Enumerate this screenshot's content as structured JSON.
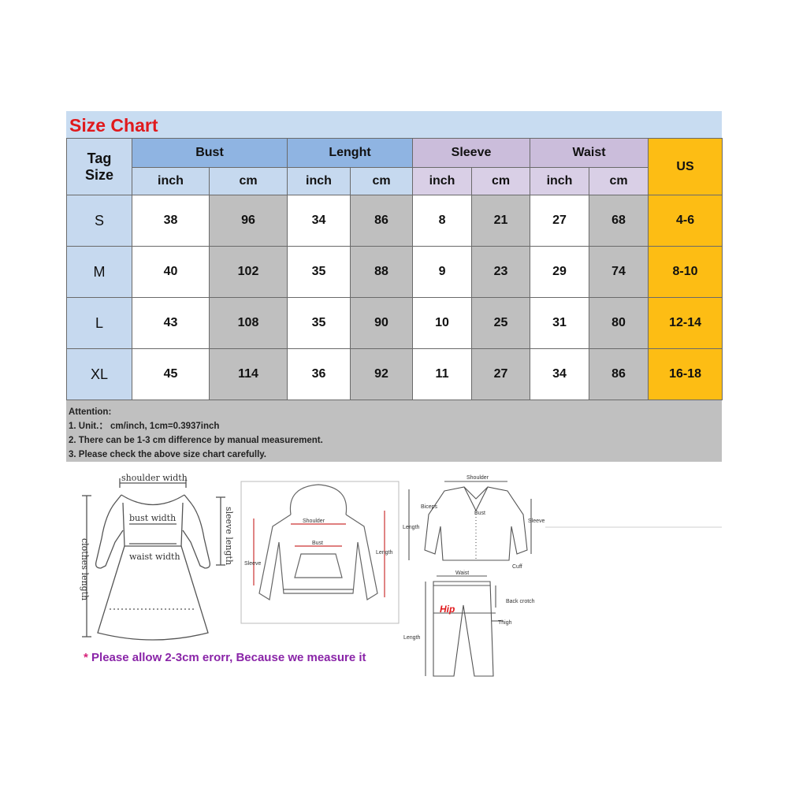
{
  "title": "Size Chart",
  "table": {
    "tag_header": [
      "Tag",
      "Size"
    ],
    "groups": [
      "Bust",
      "Lenght",
      "Sleeve",
      "Waist"
    ],
    "us_header": "US",
    "units": [
      "inch",
      "cm",
      "inch",
      "cm",
      "inch",
      "cm",
      "inch",
      "cm"
    ],
    "rows": [
      {
        "size": "S",
        "values": [
          "38",
          "96",
          "34",
          "86",
          "8",
          "21",
          "27",
          "68"
        ],
        "us": "4-6"
      },
      {
        "size": "M",
        "values": [
          "40",
          "102",
          "35",
          "88",
          "9",
          "23",
          "29",
          "74"
        ],
        "us": "8-10"
      },
      {
        "size": "L",
        "values": [
          "43",
          "108",
          "35",
          "90",
          "10",
          "25",
          "31",
          "80"
        ],
        "us": "12-14"
      },
      {
        "size": "XL",
        "values": [
          "45",
          "114",
          "36",
          "92",
          "11",
          "27",
          "34",
          "86"
        ],
        "us": "16-18"
      }
    ]
  },
  "attention": {
    "heading": "Attention:",
    "lines": [
      "1. Unit.： cm/inch, 1cm=0.3937inch",
      "2. There can be 1-3 cm difference by manual measurement.",
      "3. Please check the above size chart carefully."
    ]
  },
  "diagram_labels": {
    "dress": {
      "shoulder": "shoulder width",
      "bust": "bust width",
      "waist": "waist width",
      "sleeve": "sleeve length",
      "length": "clothes length"
    },
    "hoodie": {
      "shoulder": "Shoulder",
      "bust": "Bust",
      "length": "Length",
      "sleeve": "Sleeve"
    },
    "blouse": {
      "shoulder": "Shoulder",
      "biceps": "Biceps",
      "bust": "Bust",
      "length": "Length",
      "sleeve": "Sleeve",
      "cuff": "Cuff"
    },
    "pants": {
      "waist": "Waist",
      "hip": "Hip",
      "back_crotch": "Back crotch",
      "thigh": "Thigh",
      "length": "Length"
    }
  },
  "note": {
    "star": "*",
    "text": "Please allow 2-3cm erorr, Because we measure  it"
  }
}
